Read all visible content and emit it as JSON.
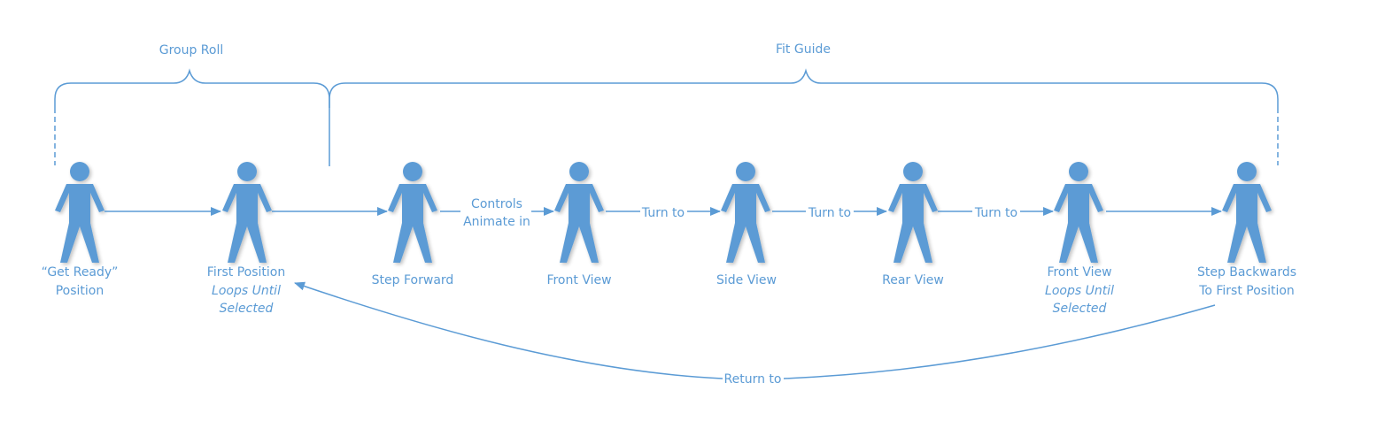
{
  "colors": {
    "accent": "#5b9bd5",
    "background": "#ffffff"
  },
  "brackets": {
    "group_roll": "Group Roll",
    "fit_guide": "Fit Guide"
  },
  "figures": [
    {
      "label_line1": "“Get Ready”",
      "label_line2": "Position",
      "italic_line1": "",
      "italic_line2": ""
    },
    {
      "label_line1": "First Position",
      "label_line2": "",
      "italic_line1": "Loops Until",
      "italic_line2": "Selected"
    },
    {
      "label_line1": "Step Forward",
      "label_line2": "",
      "italic_line1": "",
      "italic_line2": ""
    },
    {
      "label_line1": "Front View",
      "label_line2": "",
      "italic_line1": "",
      "italic_line2": ""
    },
    {
      "label_line1": "Side View",
      "label_line2": "",
      "italic_line1": "",
      "italic_line2": ""
    },
    {
      "label_line1": "Rear View",
      "label_line2": "",
      "italic_line1": "",
      "italic_line2": ""
    },
    {
      "label_line1": "Front View",
      "label_line2": "",
      "italic_line1": "Loops Until",
      "italic_line2": "Selected"
    },
    {
      "label_line1": "Step Backwards",
      "label_line2": "To First Position",
      "italic_line1": "",
      "italic_line2": ""
    }
  ],
  "connectors": [
    {
      "line1": "",
      "line2": ""
    },
    {
      "line1": "",
      "line2": ""
    },
    {
      "line1": "Controls",
      "line2": "Animate in"
    },
    {
      "line1": "Turn to",
      "line2": ""
    },
    {
      "line1": "Turn to",
      "line2": ""
    },
    {
      "line1": "Turn to",
      "line2": ""
    },
    {
      "line1": "",
      "line2": ""
    }
  ],
  "return_label": "Return to"
}
